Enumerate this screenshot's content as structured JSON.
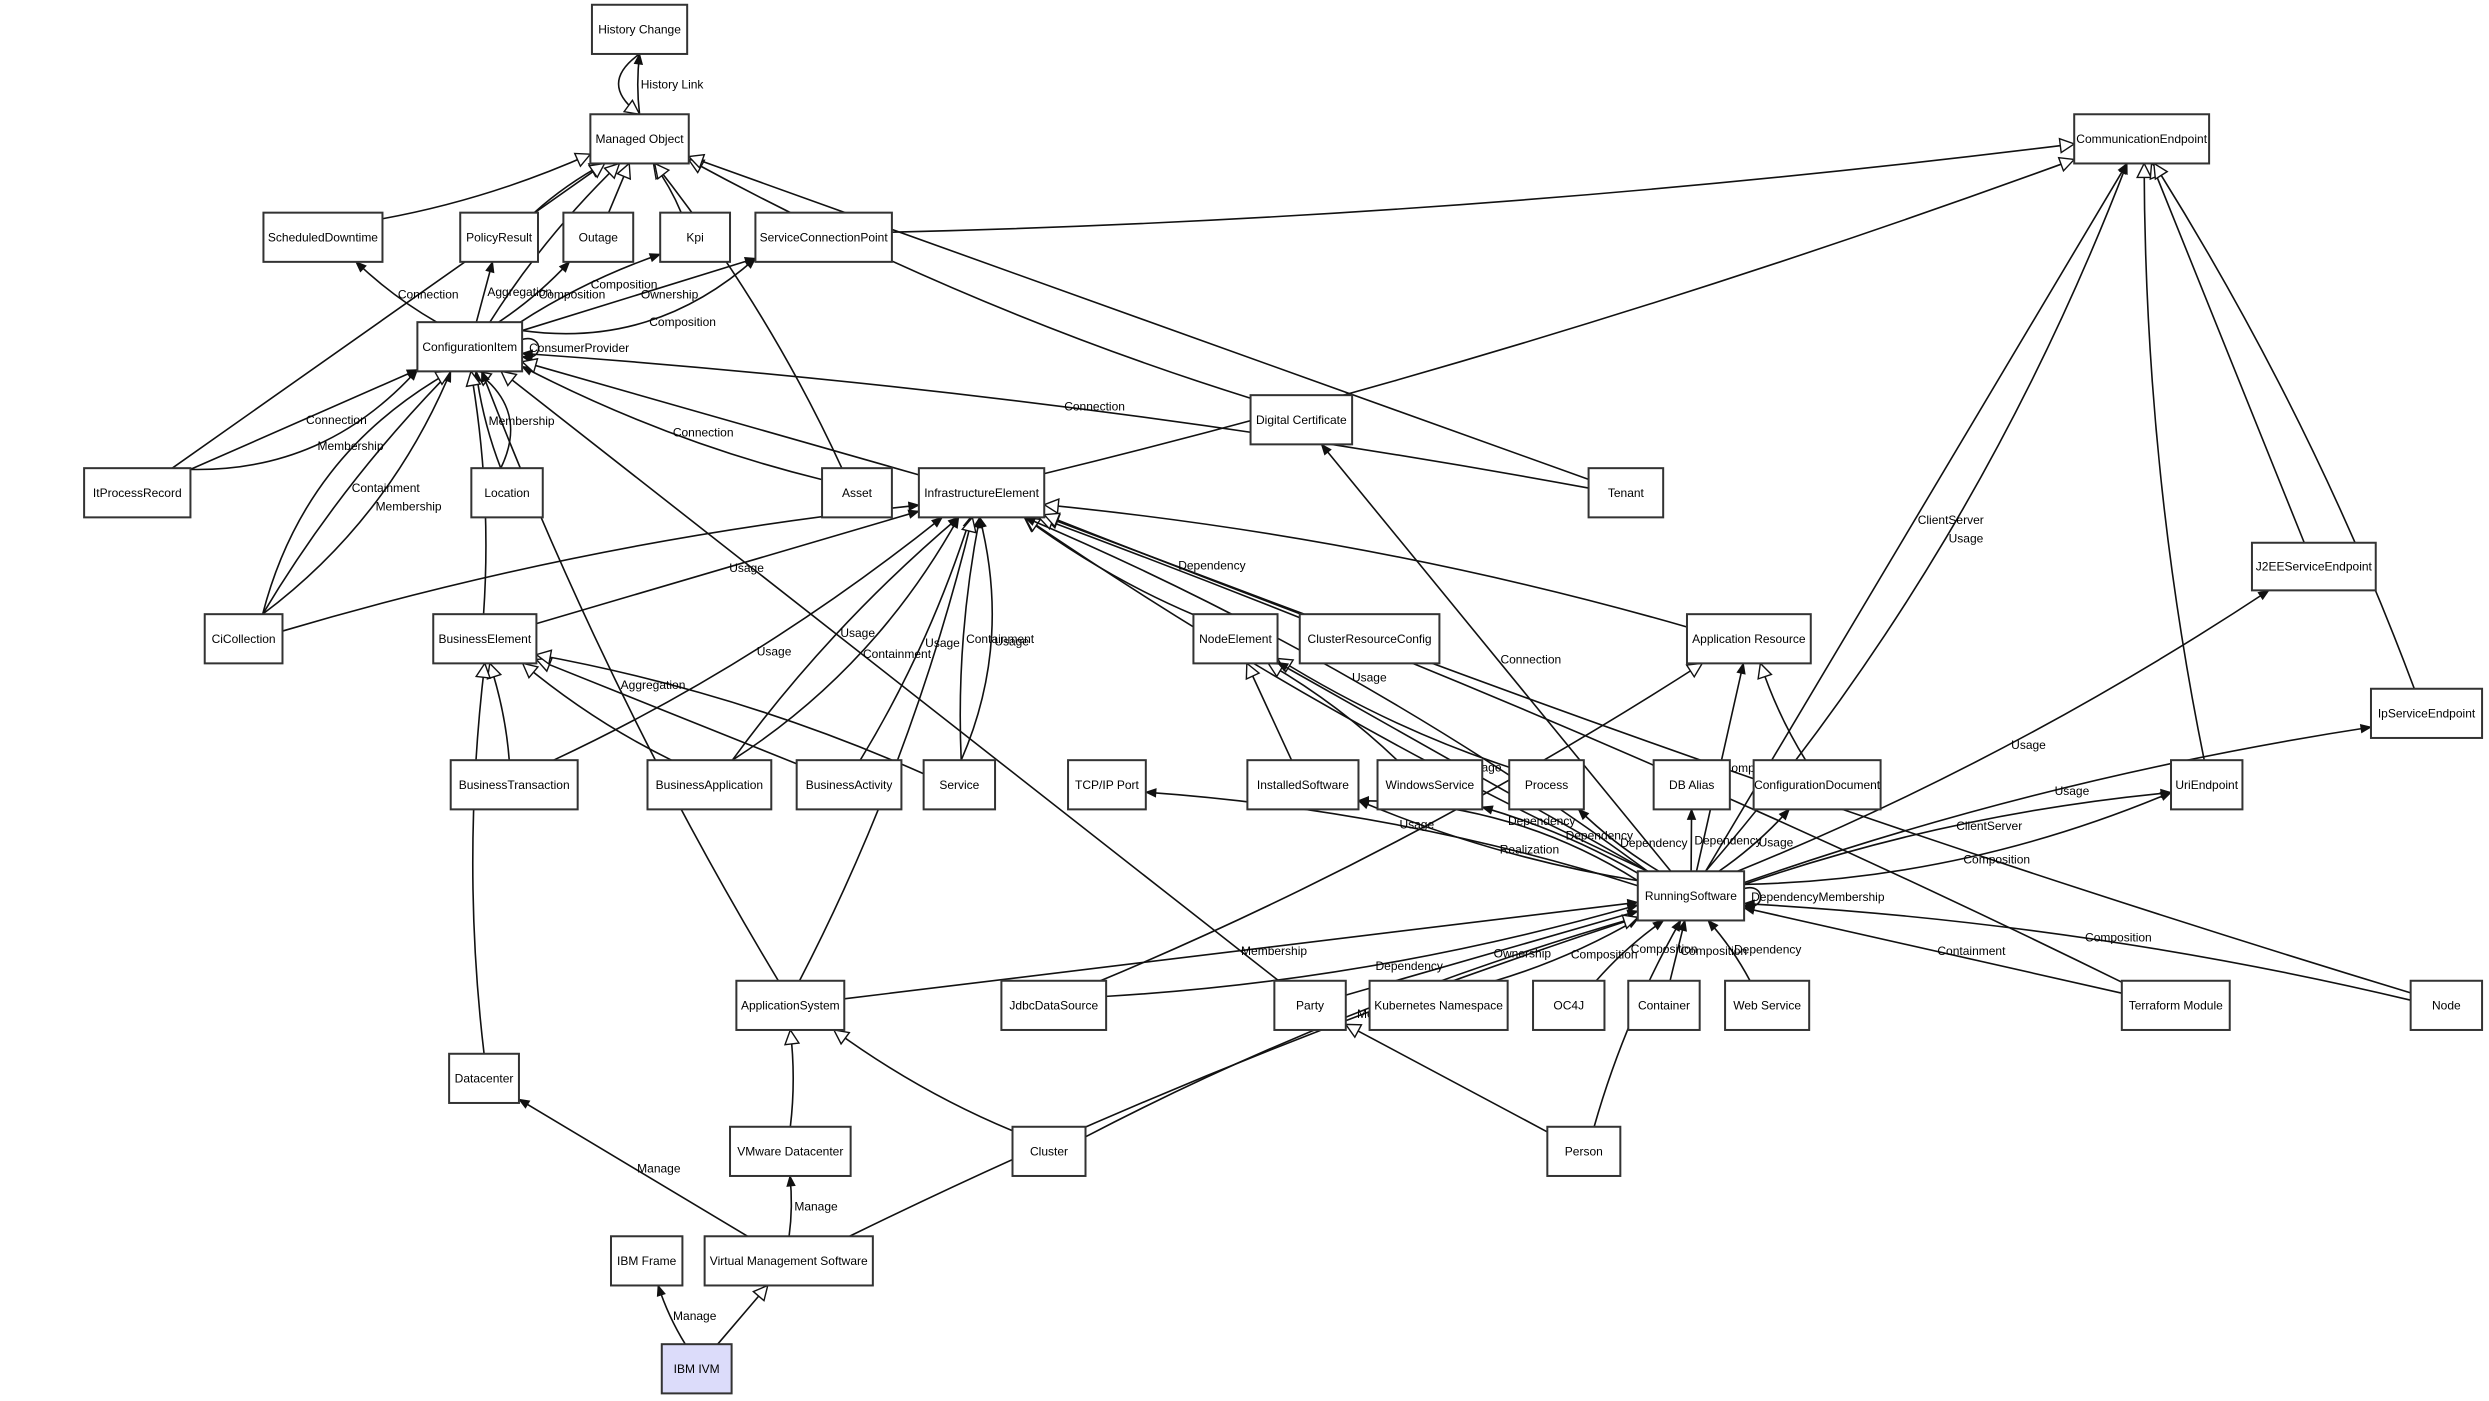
{
  "diagram": {
    "title": "CI Type Model",
    "highlighted_node": "IBM IVM",
    "colors": {
      "node_fill": "#ffffff",
      "node_border": "#333333",
      "highlight_fill": "#dcdcfa",
      "edge": "#111111"
    },
    "nodes": [
      {
        "id": "history_change",
        "label": "History Change"
      },
      {
        "id": "managed_object",
        "label": "Managed Object"
      },
      {
        "id": "scheduled_downtime",
        "label": "ScheduledDowntime"
      },
      {
        "id": "policy_result",
        "label": "PolicyResult"
      },
      {
        "id": "outage",
        "label": "Outage"
      },
      {
        "id": "kpi",
        "label": "Kpi"
      },
      {
        "id": "service_connection_point",
        "label": "ServiceConnectionPoint"
      },
      {
        "id": "communication_endpoint",
        "label": "CommunicationEndpoint"
      },
      {
        "id": "configuration_item",
        "label": "ConfigurationItem"
      },
      {
        "id": "it_process_record",
        "label": "ItProcessRecord"
      },
      {
        "id": "location",
        "label": "Location"
      },
      {
        "id": "asset",
        "label": "Asset"
      },
      {
        "id": "infrastructure_element",
        "label": "InfrastructureElement"
      },
      {
        "id": "digital_certificate",
        "label": "Digital Certificate"
      },
      {
        "id": "tenant",
        "label": "Tenant"
      },
      {
        "id": "ci_collection",
        "label": "CiCollection"
      },
      {
        "id": "business_element",
        "label": "BusinessElement"
      },
      {
        "id": "node_element",
        "label": "NodeElement"
      },
      {
        "id": "cluster_resource_config",
        "label": "ClusterResourceConfig"
      },
      {
        "id": "application_resource",
        "label": "Application Resource"
      },
      {
        "id": "j2ee_service_endpoint",
        "label": "J2EEServiceEndpoint"
      },
      {
        "id": "ip_service_endpoint",
        "label": "IpServiceEndpoint"
      },
      {
        "id": "business_transaction",
        "label": "BusinessTransaction"
      },
      {
        "id": "business_application",
        "label": "BusinessApplication"
      },
      {
        "id": "business_activity",
        "label": "BusinessActivity"
      },
      {
        "id": "service",
        "label": "Service"
      },
      {
        "id": "tcpip_port",
        "label": "TCP/IP Port"
      },
      {
        "id": "installed_software",
        "label": "InstalledSoftware"
      },
      {
        "id": "windows_service",
        "label": "WindowsService"
      },
      {
        "id": "process",
        "label": "Process"
      },
      {
        "id": "db_alias",
        "label": "DB Alias"
      },
      {
        "id": "configuration_document",
        "label": "ConfigurationDocument"
      },
      {
        "id": "uri_endpoint",
        "label": "UriEndpoint"
      },
      {
        "id": "running_software",
        "label": "RunningSoftware"
      },
      {
        "id": "application_system",
        "label": "ApplicationSystem"
      },
      {
        "id": "jdbc_data_source",
        "label": "JdbcDataSource"
      },
      {
        "id": "party",
        "label": "Party"
      },
      {
        "id": "kubernetes_namespace",
        "label": "Kubernetes Namespace"
      },
      {
        "id": "oc4j",
        "label": "OC4J"
      },
      {
        "id": "container",
        "label": "Container"
      },
      {
        "id": "web_service",
        "label": "Web Service"
      },
      {
        "id": "terraform_module",
        "label": "Terraform Module"
      },
      {
        "id": "node",
        "label": "Node"
      },
      {
        "id": "datacenter",
        "label": "Datacenter"
      },
      {
        "id": "vmware_datacenter",
        "label": "VMware Datacenter"
      },
      {
        "id": "cluster",
        "label": "Cluster"
      },
      {
        "id": "person",
        "label": "Person"
      },
      {
        "id": "ibm_frame",
        "label": "IBM Frame"
      },
      {
        "id": "virtual_management_software",
        "label": "Virtual Management Software"
      },
      {
        "id": "ibm_ivm",
        "label": "IBM IVM"
      }
    ],
    "edges": [
      {
        "from": "managed_object",
        "to": "history_change",
        "type": "association",
        "label": "History Link"
      },
      {
        "from": "history_change",
        "to": "managed_object",
        "type": "inheritance",
        "label": ""
      },
      {
        "from": "scheduled_downtime",
        "to": "managed_object",
        "type": "inheritance",
        "label": ""
      },
      {
        "from": "policy_result",
        "to": "managed_object",
        "type": "inheritance",
        "label": ""
      },
      {
        "from": "outage",
        "to": "managed_object",
        "type": "inheritance",
        "label": ""
      },
      {
        "from": "kpi",
        "to": "managed_object",
        "type": "inheritance",
        "label": ""
      },
      {
        "from": "configuration_item",
        "to": "managed_object",
        "type": "inheritance",
        "label": ""
      },
      {
        "from": "it_process_record",
        "to": "managed_object",
        "type": "inheritance",
        "label": ""
      },
      {
        "from": "asset",
        "to": "managed_object",
        "type": "inheritance",
        "label": ""
      },
      {
        "from": "digital_certificate",
        "to": "managed_object",
        "type": "inheritance",
        "label": ""
      },
      {
        "from": "tenant",
        "to": "managed_object",
        "type": "inheritance",
        "label": ""
      },
      {
        "from": "service_connection_point",
        "to": "communication_endpoint",
        "type": "inheritance",
        "label": ""
      },
      {
        "from": "configuration_item",
        "to": "scheduled_downtime",
        "type": "association",
        "label": "Connection"
      },
      {
        "from": "configuration_item",
        "to": "policy_result",
        "type": "association",
        "label": "Aggregation"
      },
      {
        "from": "configuration_item",
        "to": "outage",
        "type": "association",
        "label": "Composition"
      },
      {
        "from": "configuration_item",
        "to": "kpi",
        "type": "association",
        "label": "Composition"
      },
      {
        "from": "configuration_item",
        "to": "service_connection_point",
        "type": "association",
        "label": "Ownership"
      },
      {
        "from": "configuration_item",
        "to": "service_connection_point",
        "type": "association",
        "label": "Composition"
      },
      {
        "from": "configuration_item",
        "to": "configuration_item",
        "type": "association",
        "label": "ConsumerProvider"
      },
      {
        "from": "it_process_record",
        "to": "configuration_item",
        "type": "association",
        "label": "Connection"
      },
      {
        "from": "it_process_record",
        "to": "configuration_item",
        "type": "association",
        "label": "Membership"
      },
      {
        "from": "ci_collection",
        "to": "configuration_item",
        "type": "association",
        "label": "Containment"
      },
      {
        "from": "ci_collection",
        "to": "configuration_item",
        "type": "association",
        "label": "Membership"
      },
      {
        "from": "ci_collection",
        "to": "configuration_item",
        "type": "inheritance",
        "label": ""
      },
      {
        "from": "location",
        "to": "configuration_item",
        "type": "association",
        "label": "Membership"
      },
      {
        "from": "location",
        "to": "configuration_item",
        "type": "inheritance",
        "label": ""
      },
      {
        "from": "business_element",
        "to": "configuration_item",
        "type": "inheritance",
        "label": ""
      },
      {
        "from": "asset",
        "to": "configuration_item",
        "type": "association",
        "label": "Connection"
      },
      {
        "from": "infrastructure_element",
        "to": "configuration_item",
        "type": "inheritance",
        "label": ""
      },
      {
        "from": "tenant",
        "to": "configuration_item",
        "type": "association",
        "label": "Connection"
      },
      {
        "from": "application_system",
        "to": "configuration_item",
        "type": "association",
        "label": "Aggregation"
      },
      {
        "from": "party",
        "to": "configuration_item",
        "type": "inheritance",
        "label": ""
      },
      {
        "from": "infrastructure_element",
        "to": "communication_endpoint",
        "type": "inheritance",
        "label": ""
      },
      {
        "from": "ci_collection",
        "to": "infrastructure_element",
        "type": "association",
        "label": ""
      },
      {
        "from": "business_element",
        "to": "infrastructure_element",
        "type": "association",
        "label": "Usage"
      },
      {
        "from": "business_transaction",
        "to": "infrastructure_element",
        "type": "association",
        "label": "Usage"
      },
      {
        "from": "business_application",
        "to": "infrastructure_element",
        "type": "association",
        "label": "Usage"
      },
      {
        "from": "business_application",
        "to": "infrastructure_element",
        "type": "association",
        "label": "Containment"
      },
      {
        "from": "business_activity",
        "to": "infrastructure_element",
        "type": "association",
        "label": "Usage"
      },
      {
        "from": "service",
        "to": "infrastructure_element",
        "type": "association",
        "label": "Containment"
      },
      {
        "from": "service",
        "to": "infrastructure_element",
        "type": "association",
        "label": "Usage"
      },
      {
        "from": "application_system",
        "to": "infrastructure_element",
        "type": "inheritance",
        "label": ""
      },
      {
        "from": "node_element",
        "to": "infrastructure_element",
        "type": "inheritance",
        "label": ""
      },
      {
        "from": "cluster_resource_config",
        "to": "infrastructure_element",
        "type": "inheritance",
        "label": "Dependency"
      },
      {
        "from": "application_resource",
        "to": "infrastructure_element",
        "type": "inheritance",
        "label": ""
      },
      {
        "from": "running_software",
        "to": "infrastructure_element",
        "type": "inheritance",
        "label": ""
      },
      {
        "from": "running_software",
        "to": "infrastructure_element",
        "type": "association",
        "label": "Usage"
      },
      {
        "from": "terraform_module",
        "to": "infrastructure_element",
        "type": "inheritance",
        "label": ""
      },
      {
        "from": "node",
        "to": "infrastructure_element",
        "type": "inheritance",
        "label": ""
      },
      {
        "from": "running_software",
        "to": "digital_certificate",
        "type": "association",
        "label": "Connection"
      },
      {
        "from": "business_transaction",
        "to": "business_element",
        "type": "inheritance",
        "label": ""
      },
      {
        "from": "business_application",
        "to": "business_element",
        "type": "inheritance",
        "label": ""
      },
      {
        "from": "business_activity",
        "to": "business_element",
        "type": "inheritance",
        "label": ""
      },
      {
        "from": "service",
        "to": "business_element",
        "type": "inheritance",
        "label": ""
      },
      {
        "from": "datacenter",
        "to": "business_element",
        "type": "inheritance",
        "label": ""
      },
      {
        "from": "installed_software",
        "to": "node_element",
        "type": "inheritance",
        "label": ""
      },
      {
        "from": "windows_service",
        "to": "node_element",
        "type": "inheritance",
        "label": ""
      },
      {
        "from": "process",
        "to": "node_element",
        "type": "inheritance",
        "label": ""
      },
      {
        "from": "running_software",
        "to": "node_element",
        "type": "association",
        "label": "Usage"
      },
      {
        "from": "jdbc_data_source",
        "to": "application_resource",
        "type": "inheritance",
        "label": ""
      },
      {
        "from": "configuration_document",
        "to": "application_resource",
        "type": "inheritance",
        "label": ""
      },
      {
        "from": "running_software",
        "to": "application_resource",
        "type": "association",
        "label": "Composition"
      },
      {
        "from": "running_software",
        "to": "tcpip_port",
        "type": "association",
        "label": "Usage"
      },
      {
        "from": "running_software",
        "to": "installed_software",
        "type": "association",
        "label": "Realization"
      },
      {
        "from": "running_software",
        "to": "installed_software",
        "type": "association",
        "label": "Dependency"
      },
      {
        "from": "running_software",
        "to": "windows_service",
        "type": "association",
        "label": "Dependency"
      },
      {
        "from": "running_software",
        "to": "process",
        "type": "association",
        "label": "Dependency"
      },
      {
        "from": "running_software",
        "to": "db_alias",
        "type": "association",
        "label": "Dependency"
      },
      {
        "from": "running_software",
        "to": "configuration_document",
        "type": "association",
        "label": "Usage"
      },
      {
        "from": "running_software",
        "to": "uri_endpoint",
        "type": "association",
        "label": "ClientServer"
      },
      {
        "from": "running_software",
        "to": "uri_endpoint",
        "type": "association",
        "label": "Composition"
      },
      {
        "from": "running_software",
        "to": "j2ee_service_endpoint",
        "type": "association",
        "label": "Usage"
      },
      {
        "from": "running_software",
        "to": "ip_service_endpoint",
        "type": "association",
        "label": "Usage"
      },
      {
        "from": "running_software",
        "to": "communication_endpoint",
        "type": "association",
        "label": "ClientServer"
      },
      {
        "from": "running_software",
        "to": "communication_endpoint",
        "type": "association",
        "label": "Usage"
      },
      {
        "from": "uri_endpoint",
        "to": "communication_endpoint",
        "type": "inheritance",
        "label": ""
      },
      {
        "from": "j2ee_service_endpoint",
        "to": "communication_endpoint",
        "type": "inheritance",
        "label": ""
      },
      {
        "from": "ip_service_endpoint",
        "to": "communication_endpoint",
        "type": "inheritance",
        "label": ""
      },
      {
        "from": "running_software",
        "to": "running_software",
        "type": "association",
        "label": "DependencyMembership"
      },
      {
        "from": "application_system",
        "to": "running_software",
        "type": "association",
        "label": "Membership"
      },
      {
        "from": "jdbc_data_source",
        "to": "running_software",
        "type": "association",
        "label": "Dependency"
      },
      {
        "from": "cluster",
        "to": "running_software",
        "type": "association",
        "label": "Membership"
      },
      {
        "from": "party",
        "to": "running_software",
        "type": "association",
        "label": "Ownership"
      },
      {
        "from": "kubernetes_namespace",
        "to": "running_software",
        "type": "association",
        "label": "Composition"
      },
      {
        "from": "oc4j",
        "to": "running_software",
        "type": "association",
        "label": "Composition"
      },
      {
        "from": "container",
        "to": "running_software",
        "type": "association",
        "label": "Composition"
      },
      {
        "from": "web_service",
        "to": "running_software",
        "type": "association",
        "label": "Dependency"
      },
      {
        "from": "person",
        "to": "running_software",
        "type": "association",
        "label": "Ownership"
      },
      {
        "from": "terraform_module",
        "to": "running_software",
        "type": "association",
        "label": "Containment"
      },
      {
        "from": "node",
        "to": "running_software",
        "type": "association",
        "label": "Composition"
      },
      {
        "from": "virtual_management_software",
        "to": "running_software",
        "type": "inheritance",
        "label": ""
      },
      {
        "from": "person",
        "to": "party",
        "type": "inheritance",
        "label": ""
      },
      {
        "from": "vmware_datacenter",
        "to": "application_system",
        "type": "inheritance",
        "label": ""
      },
      {
        "from": "cluster",
        "to": "application_system",
        "type": "inheritance",
        "label": ""
      },
      {
        "from": "virtual_management_software",
        "to": "datacenter",
        "type": "association",
        "label": "Manage"
      },
      {
        "from": "virtual_management_software",
        "to": "vmware_datacenter",
        "type": "association",
        "label": "Manage"
      },
      {
        "from": "ibm_ivm",
        "to": "ibm_frame",
        "type": "association",
        "label": "Manage"
      },
      {
        "from": "ibm_ivm",
        "to": "virtual_management_software",
        "type": "inheritance",
        "label": ""
      }
    ]
  }
}
